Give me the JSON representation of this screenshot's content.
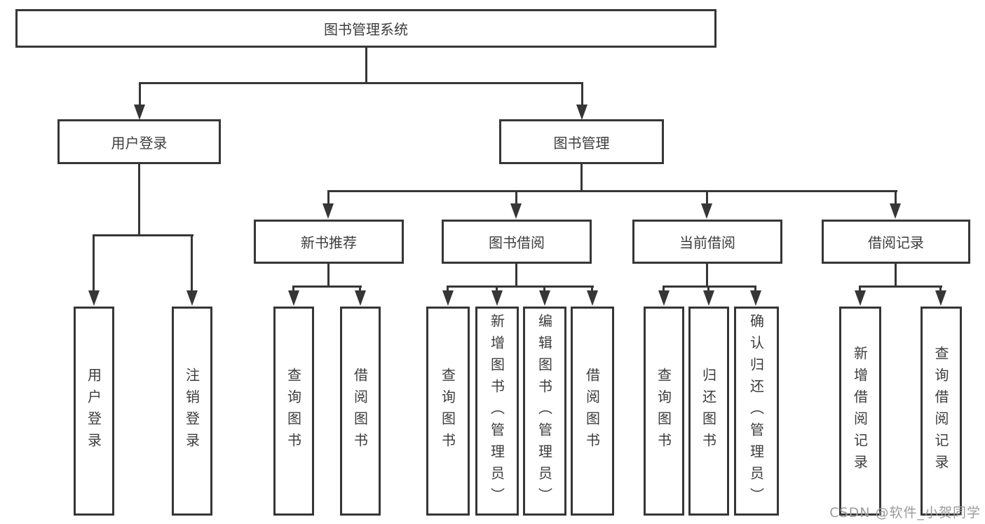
{
  "tree": {
    "root": {
      "label": "图书管理系统",
      "children": [
        {
          "label": "用户登录",
          "children": [
            {
              "label": "用户登录"
            },
            {
              "label": "注销登录"
            }
          ]
        },
        {
          "label": "图书管理",
          "children": [
            {
              "label": "新书推荐",
              "children": [
                {
                  "label": "查询图书"
                },
                {
                  "label": "借阅图书"
                }
              ]
            },
            {
              "label": "图书借阅",
              "children": [
                {
                  "label": "查询图书"
                },
                {
                  "label": "新增图书（管理员）"
                },
                {
                  "label": "编辑图书（管理员）"
                },
                {
                  "label": "借阅图书"
                }
              ]
            },
            {
              "label": "当前借阅",
              "children": [
                {
                  "label": "查询图书"
                },
                {
                  "label": "归还图书"
                },
                {
                  "label": "确认归还（管理员）"
                }
              ]
            },
            {
              "label": "借阅记录",
              "children": [
                {
                  "label": "新增借阅记录"
                },
                {
                  "label": "查询借阅记录"
                }
              ]
            }
          ]
        }
      ]
    }
  },
  "watermark": {
    "text": "CSDN @软件_小贺同学"
  },
  "colors": {
    "line": "#363636",
    "text": "#3d3d3d",
    "watermark": "#9b9b9b",
    "background": "#ffffff"
  }
}
